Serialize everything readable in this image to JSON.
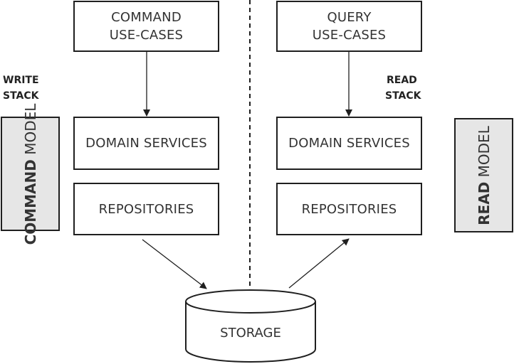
{
  "write_side": {
    "use_cases": [
      "COMMAND",
      "USE-CASES"
    ],
    "domain_services": "DOMAIN SERVICES",
    "repositories": "REPOSITORIES",
    "stack_label": [
      "WRITE",
      "STACK"
    ],
    "model_label": {
      "strong": "COMMAND",
      "light": "MODEL"
    }
  },
  "read_side": {
    "use_cases": [
      "QUERY",
      "USE-CASES"
    ],
    "domain_services": "DOMAIN SERVICES",
    "repositories": "REPOSITORIES",
    "stack_label": [
      "READ",
      "STACK"
    ],
    "model_label": {
      "strong": "READ",
      "light": "MODEL"
    }
  },
  "storage": {
    "label": "STORAGE"
  },
  "colors": {
    "stroke": "#1f1f1f",
    "text": "#333333",
    "model_fill": "#e6e6e6"
  }
}
